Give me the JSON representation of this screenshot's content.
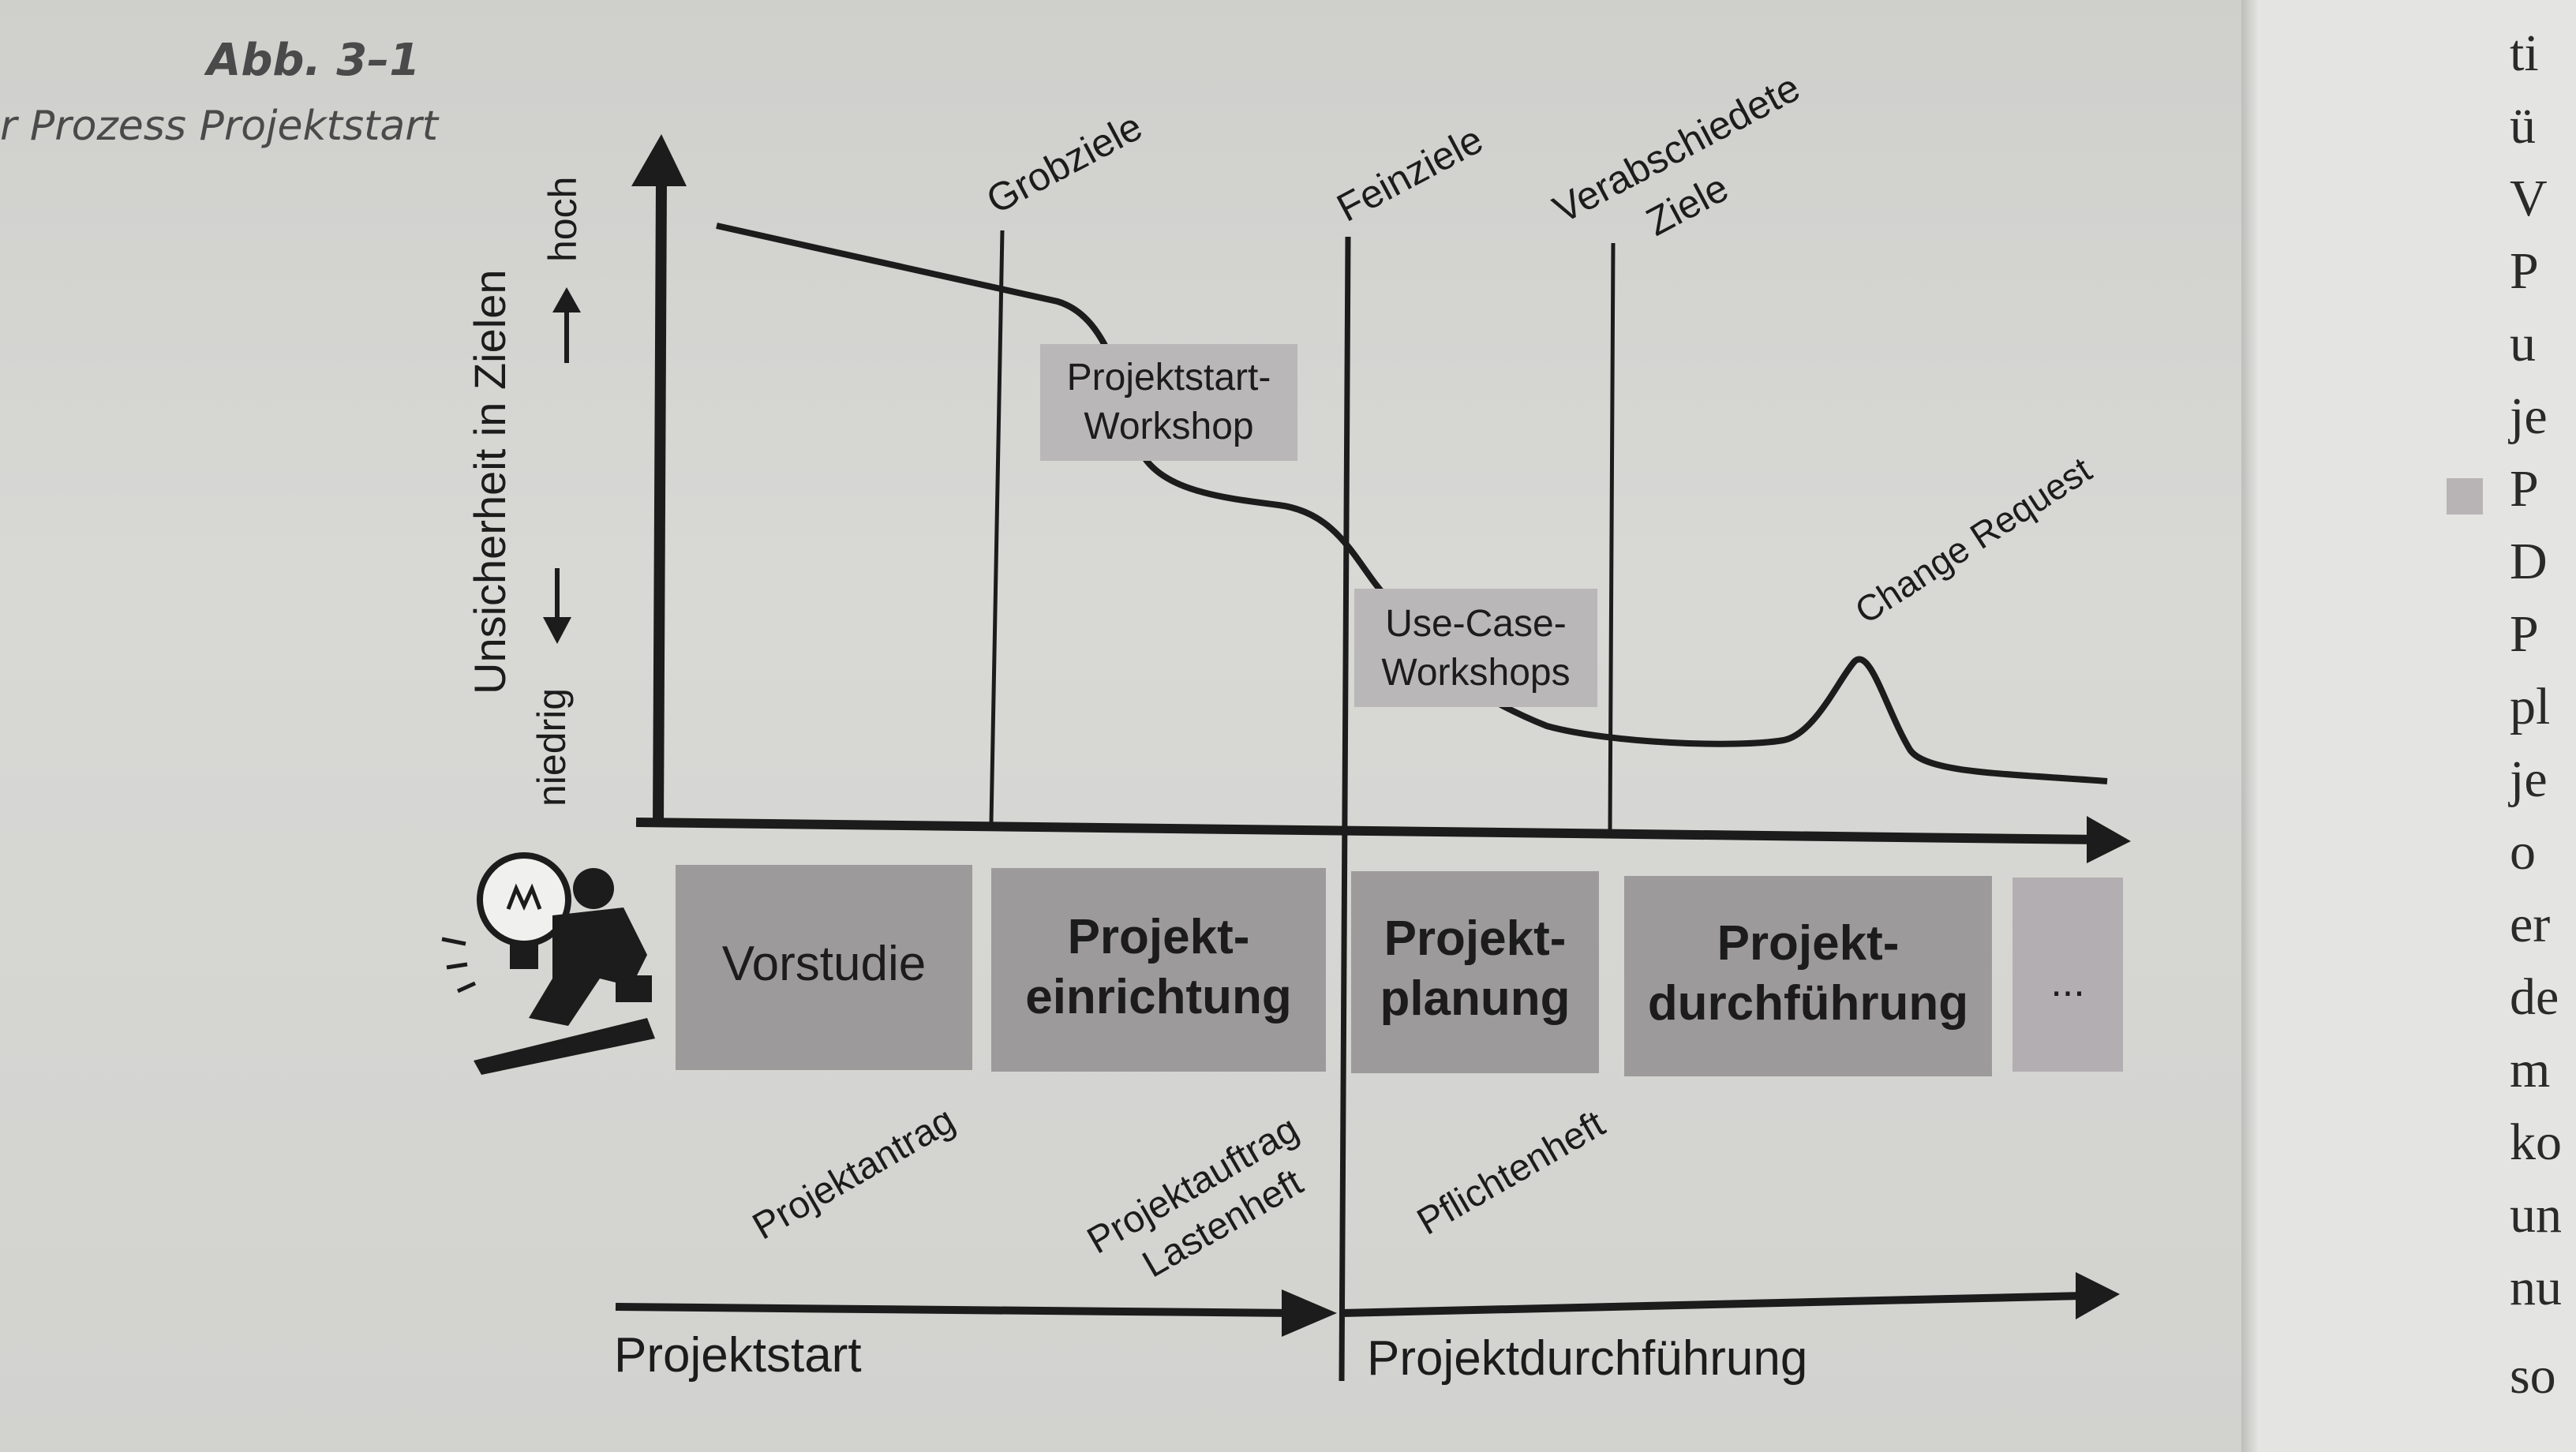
{
  "caption": {
    "number": "Abb. 3–1",
    "title": "r Prozess Projektstart"
  },
  "diagram": {
    "y_axis": {
      "label": "Unsicherheit in Zielen",
      "high": "hoch",
      "low": "niedrig"
    },
    "milestones": [
      "Grobziele",
      "Feinziele",
      "Verabschiedete",
      "Ziele"
    ],
    "workshops": [
      {
        "line1": "Projektstart-",
        "line2": "Workshop"
      },
      {
        "line1": "Use-Case-",
        "line2": "Workshops"
      }
    ],
    "change_request": "Change Request",
    "phases": [
      {
        "line1": "Vorstudie",
        "line2": ""
      },
      {
        "line1": "Projekt-",
        "line2": "einrichtung"
      },
      {
        "line1": "Projekt-",
        "line2": "planung"
      },
      {
        "line1": "Projekt-",
        "line2": "durchführung"
      },
      {
        "line1": "...",
        "line2": ""
      }
    ],
    "documents": [
      "Projektantrag",
      "Projektauftrag",
      "Lastenheft",
      "Pflichtenheft"
    ],
    "timeline": {
      "start": "Projektstart",
      "execution": "Projektdurchführung"
    }
  },
  "right_page_fragments": [
    "ti",
    "ü",
    "V",
    "P",
    "u",
    "je",
    "P",
    "D",
    "P",
    "pl",
    "je",
    "o",
    "er",
    "de",
    "m",
    "ko",
    "un",
    "nu",
    "so"
  ],
  "colors": {
    "phase_box": "#9d9a9c",
    "label_box": "#b9b7b8",
    "line": "#1c1c1c"
  }
}
